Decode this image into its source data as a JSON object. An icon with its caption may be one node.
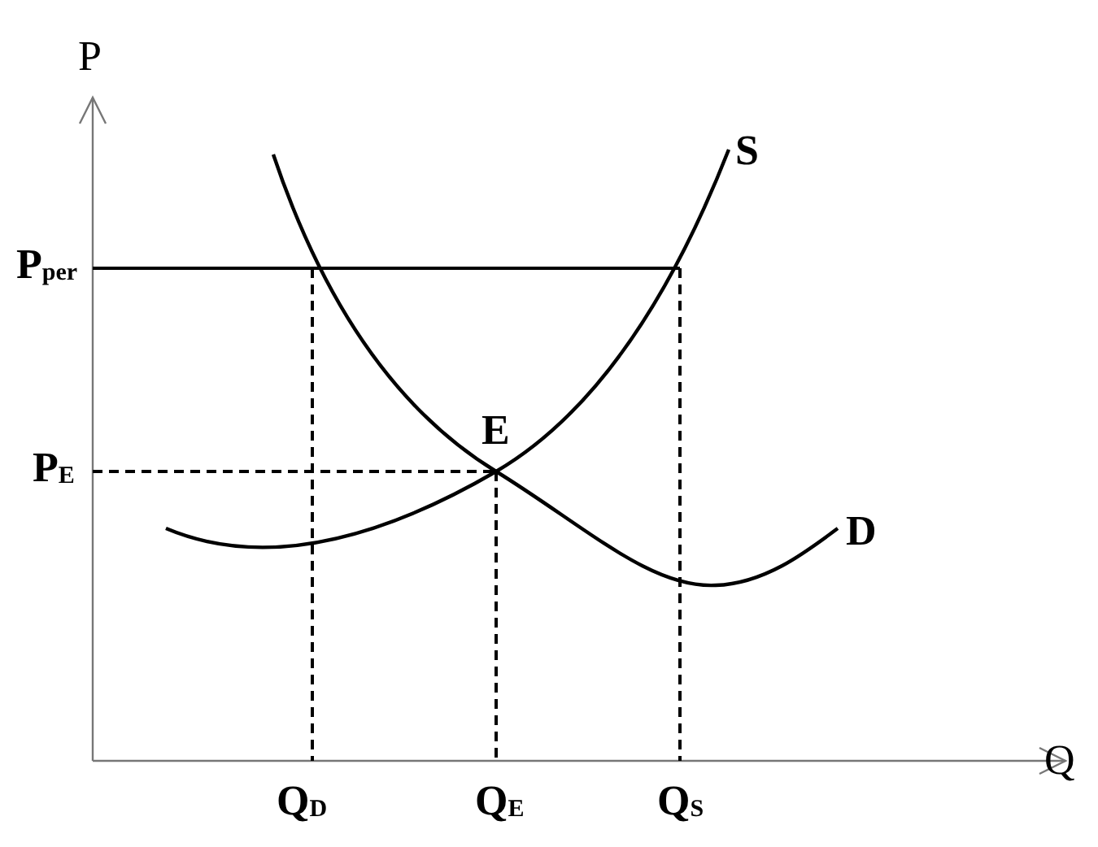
{
  "diagram": {
    "labels": [
      "P",
      "S",
      "P$_{per}$",
      "E",
      "P$_{E}$",
      "D",
      "Q$_{D}$",
      "Q$_{E}$",
      "Q$_{S}$",
      "Q"
    ]
  }
}
